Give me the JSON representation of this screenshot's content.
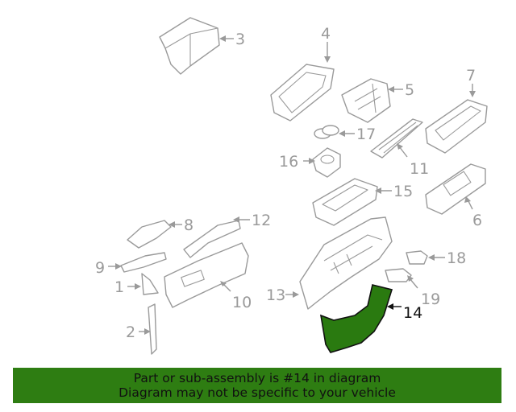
{
  "highlighted_part": "14",
  "callouts": [
    "1",
    "2",
    "3",
    "4",
    "5",
    "6",
    "7",
    "8",
    "9",
    "10",
    "11",
    "12",
    "13",
    "14",
    "15",
    "16",
    "17",
    "18",
    "19"
  ],
  "colors": {
    "highlight": "#2a7a10",
    "banner": "#2e7d12",
    "line": "#9a9a9a"
  },
  "banner": {
    "line1": "Part or sub-assembly is #14 in diagram",
    "line2": "Diagram may not be specific to your vehicle"
  }
}
